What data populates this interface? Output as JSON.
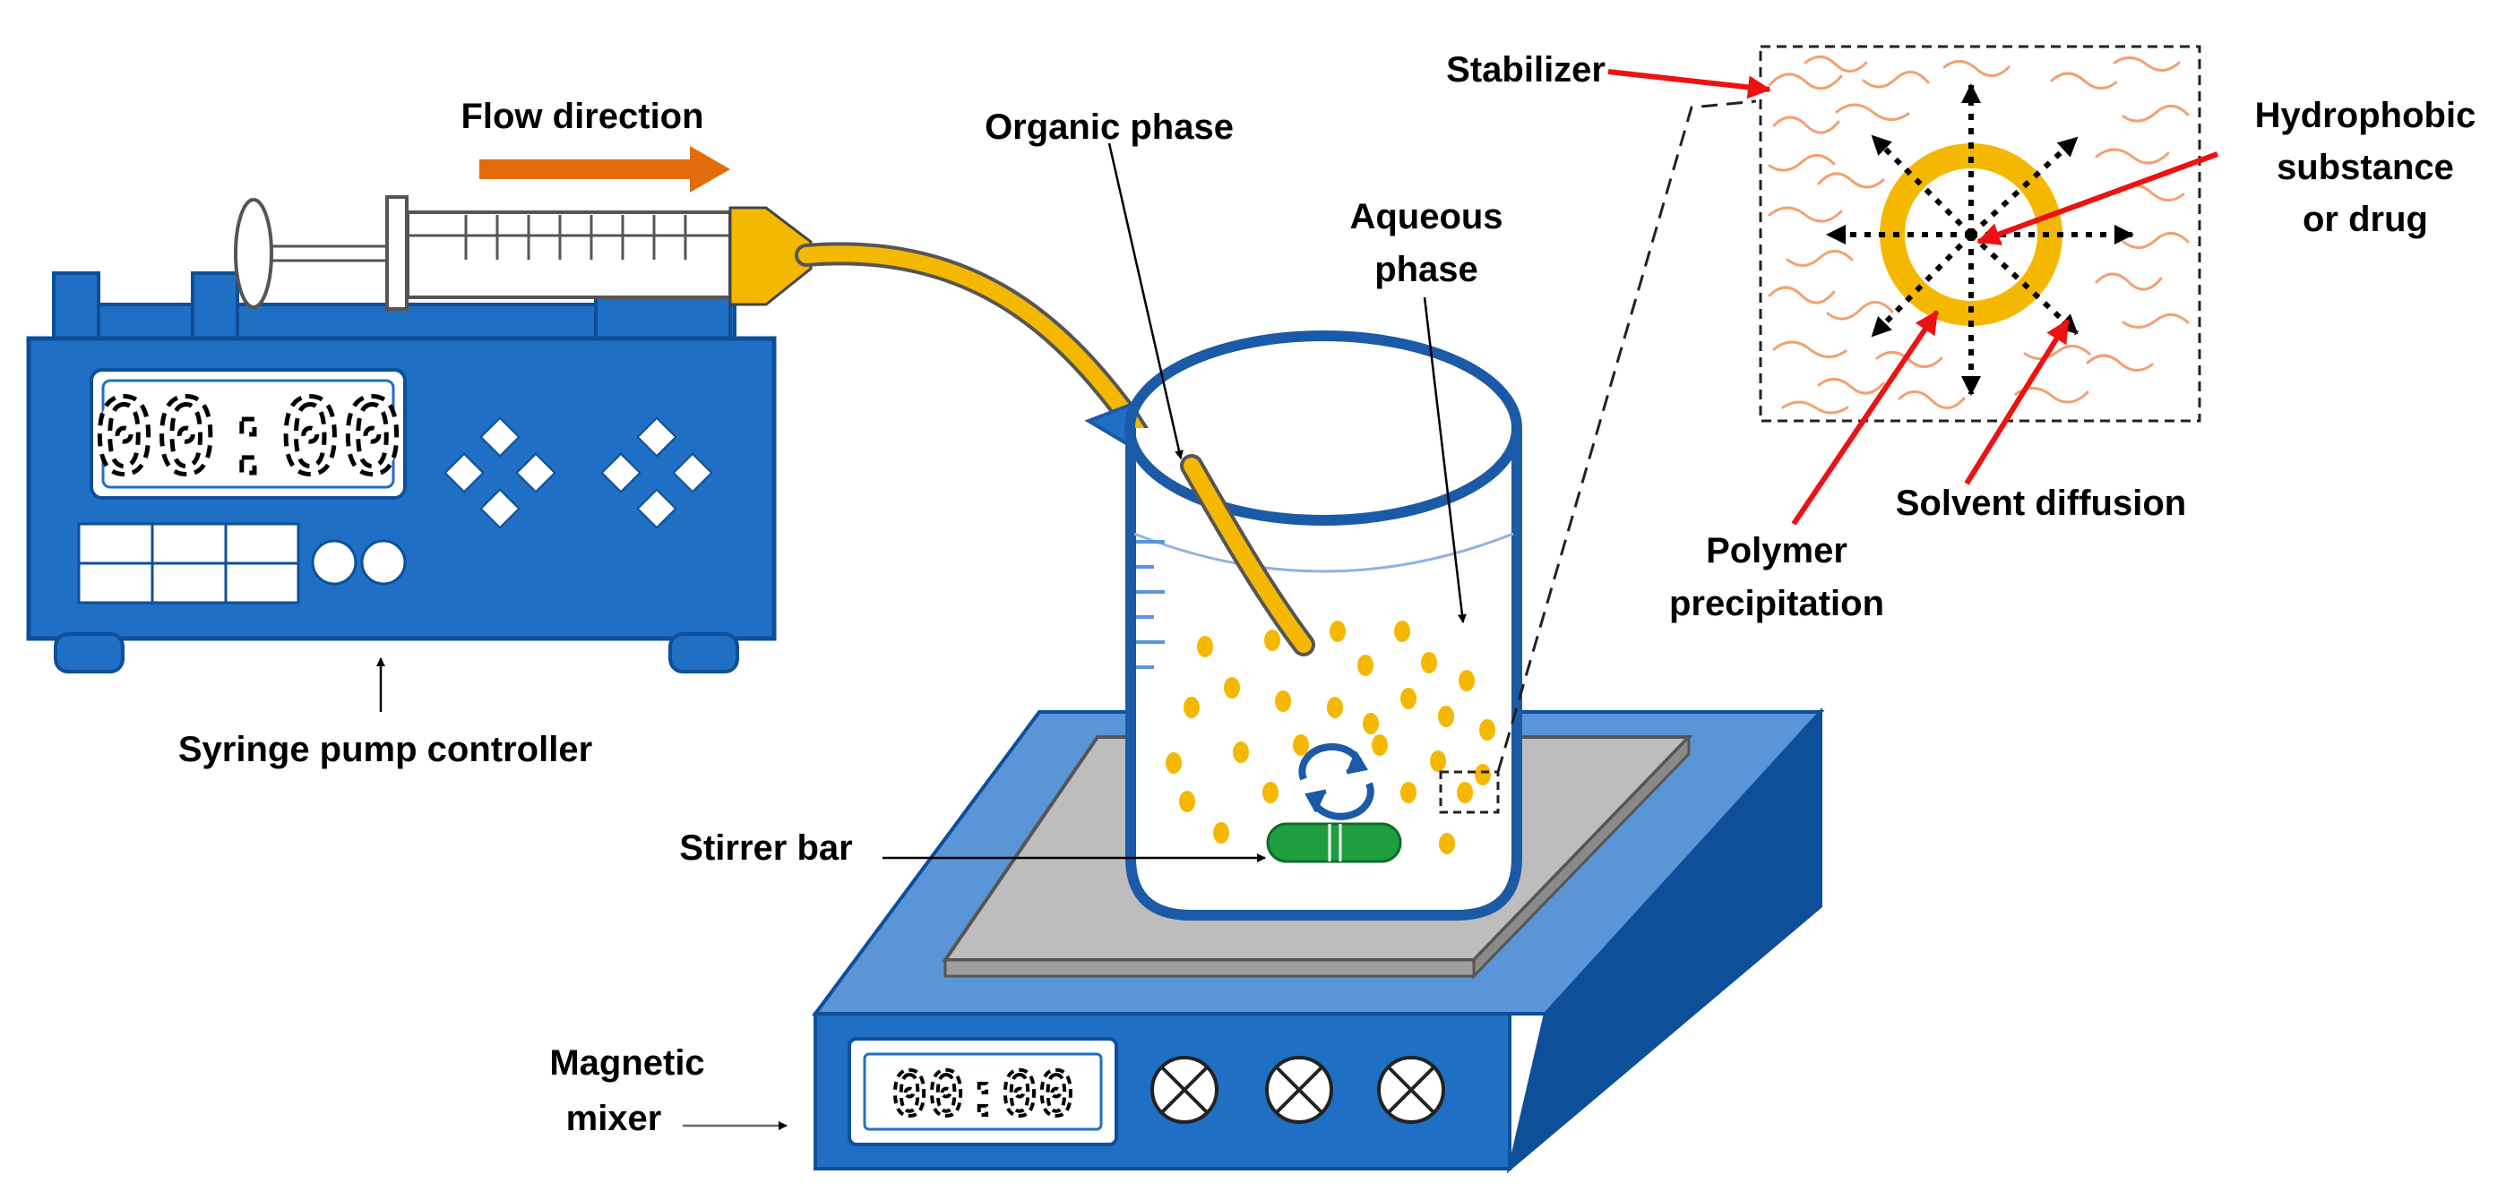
{
  "labels": {
    "flow_direction": "Flow direction",
    "organic_phase": "Organic phase",
    "aqueous_line1": "Aqueous",
    "aqueous_line2": "phase",
    "stabilizer": "Stabilizer",
    "hydrophobic_line1": "Hydrophobic",
    "hydrophobic_line2": "substance",
    "hydrophobic_line3": "or drug",
    "solvent_diffusion": "Solvent diffusion",
    "polymer_line1": "Polymer",
    "polymer_line2": "precipitation",
    "syringe_pump": "Syringe pump controller",
    "stirrer_bar": "Stirrer bar",
    "magnetic_line1": "Magnetic",
    "magnetic_line2": "mixer"
  },
  "displays": {
    "pump_time": "00:00",
    "mixer_time": "00:00"
  },
  "colors": {
    "device_blue": "#1f6fc5",
    "device_dark": "#0d4f99",
    "device_light": "#5a95d8",
    "drug_yellow": "#f5b800",
    "arrow_orange": "#e36c0a",
    "annotation_red": "#ee1111",
    "stabilizer_orange": "#f4a070",
    "stirrer_green": "#1f9e3f"
  }
}
